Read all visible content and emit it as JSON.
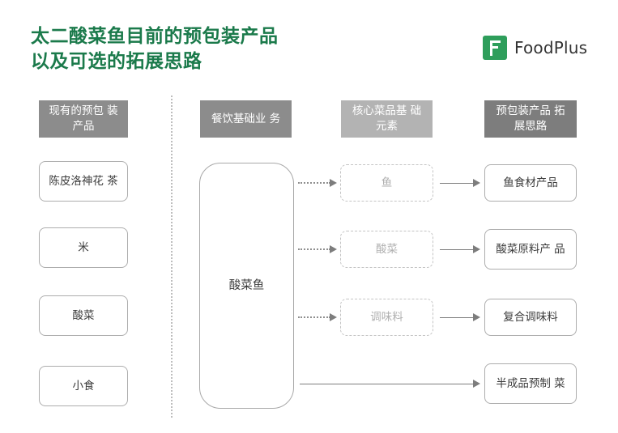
{
  "title": {
    "line1": "太二酸菜鱼目前的预包装产品",
    "line2": "以及可选的拓展思路",
    "color": "#1b7a4b"
  },
  "logo": {
    "mark_letter": "F",
    "text": "FoodPlus",
    "brand_color": "#2e9e5b"
  },
  "columns": [
    {
      "id": "existing-products",
      "header": "现有的预包\n装产品",
      "header_bg": "#8c8c8c",
      "items": [
        "陈皮洛神花\n茶",
        "米",
        "酸菜",
        "小食"
      ]
    },
    {
      "id": "restaurant-base-business",
      "header": "餐饮基础业\n务",
      "header_bg": "#8c8c8c",
      "items": [
        "酸菜鱼"
      ]
    },
    {
      "id": "core-dish-elements",
      "header": "核心菜品基\n础元素",
      "header_bg": "#b3b3b3",
      "items": [
        "鱼",
        "酸菜",
        "调味料"
      ]
    },
    {
      "id": "prepackaged-expansion",
      "header": "预包装产品\n拓展思路",
      "header_bg": "#7d7d7d",
      "items": [
        "鱼食材产品",
        "酸菜原料产\n品",
        "复合调味料",
        "半成品预制\n菜"
      ]
    }
  ],
  "arrows": [
    {
      "id": "base-to-fish",
      "style": "dotted"
    },
    {
      "id": "base-to-pickled",
      "style": "dotted"
    },
    {
      "id": "base-to-seasoning",
      "style": "dotted"
    },
    {
      "id": "fish-to-fish-product",
      "style": "solid"
    },
    {
      "id": "pickled-to-pickled-product",
      "style": "solid"
    },
    {
      "id": "seasoning-to-compound-seasoning",
      "style": "solid"
    },
    {
      "id": "base-to-semi-finished",
      "style": "solid"
    }
  ],
  "divider": {
    "id": "vertical-dotted-divider",
    "color": "#bdbdbd"
  }
}
